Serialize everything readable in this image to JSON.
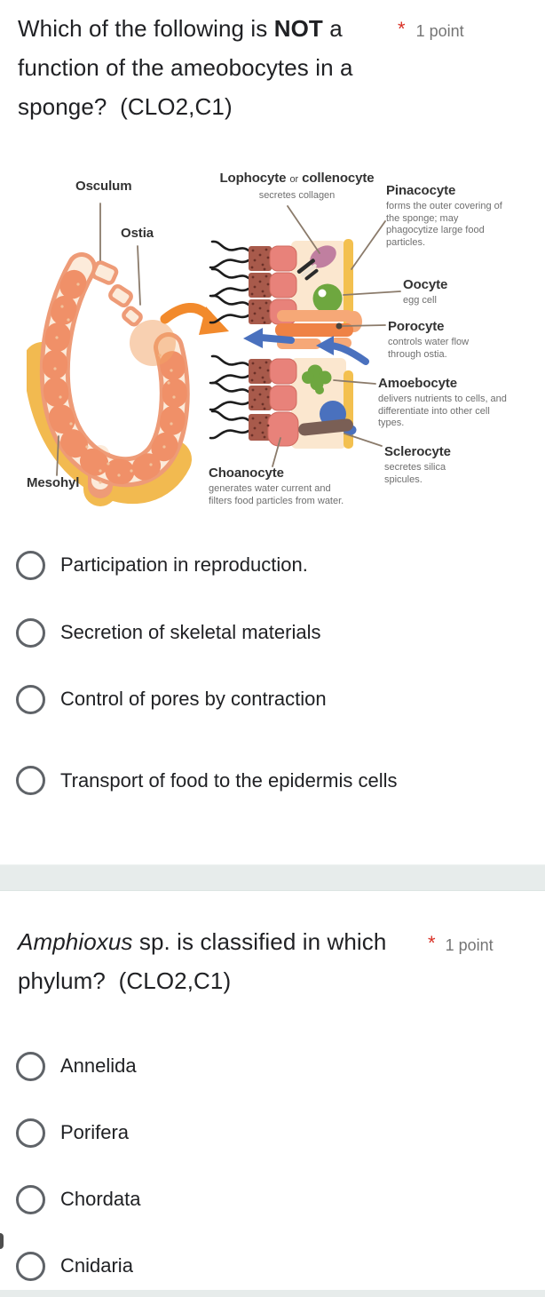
{
  "colors": {
    "text": "#202124",
    "points_gray": "#757575",
    "required_red": "#d93025",
    "radio_border": "#5f6368",
    "section_divider": "#e7eceb"
  },
  "questions": [
    {
      "title_prefix": "Which of the following is ",
      "title_bold": "NOT",
      "title_suffix": " a function of the ameobocytes in a sponge?  (CLO2,C1)",
      "required_marker": "*",
      "points": "1 point",
      "options": [
        "Participation in reproduction.",
        "Secretion of skeletal materials",
        "Control of pores by contraction",
        "Transport of food to the epidermis cells"
      ]
    },
    {
      "title_italic": "Amphioxus",
      "title_suffix": " sp. is classified in which phylum?  (CLO2,C1)",
      "required_marker": "*",
      "points": "1 point",
      "options": [
        "Annelida",
        "Porifera",
        "Chordata",
        "Cnidaria"
      ]
    }
  ],
  "diagram": {
    "labels": {
      "osculum": {
        "title": "Osculum"
      },
      "ostia": {
        "title": "Ostia"
      },
      "mesohyl": {
        "title": "Mesohyl"
      },
      "lophocyte": {
        "title_a": "Lophocyte",
        "conj": "or",
        "title_b": "collenocyte",
        "desc": "secretes collagen"
      },
      "pinacocyte": {
        "title": "Pinacocyte",
        "desc": "forms the outer covering of the sponge; may phagocytize large food particles."
      },
      "oocyte": {
        "title": "Oocyte",
        "desc": "egg cell"
      },
      "porocyte": {
        "title": "Porocyte",
        "desc": "controls water flow through ostia."
      },
      "amoebocyte": {
        "title": "Amoebocyte",
        "desc": "delivers nutrients to cells, and differentiate into other cell types."
      },
      "sclerocyte": {
        "title": "Sclerocyte",
        "desc": "secretes silica spicules."
      },
      "choanocyte": {
        "title": "Choanocyte",
        "desc": "generates water current and filters food particles from water."
      }
    },
    "palette": {
      "wall_orange": "#ee9b77",
      "segment_orange": "#f09068",
      "body_cream": "#fcebda",
      "rim_yellow": "#f2ba50",
      "cell_salmon": "#e8827a",
      "collar_brown": "#a85a4b",
      "flagella_black": "#1d1d1d",
      "oocyte_green": "#6ea73f",
      "water_blue": "#4a71be",
      "lophocyte_pink": "#c07fa0",
      "spicule_brown": "#7a5f55",
      "magnify_arrow_orange": "#f28a2c",
      "porocyte_light": "#f6a877",
      "porocyte_dark": "#ef8245",
      "pinacocyte_stripe_yellow": "#f3c04f",
      "leader_line_gray": "#8b7b6b"
    }
  }
}
